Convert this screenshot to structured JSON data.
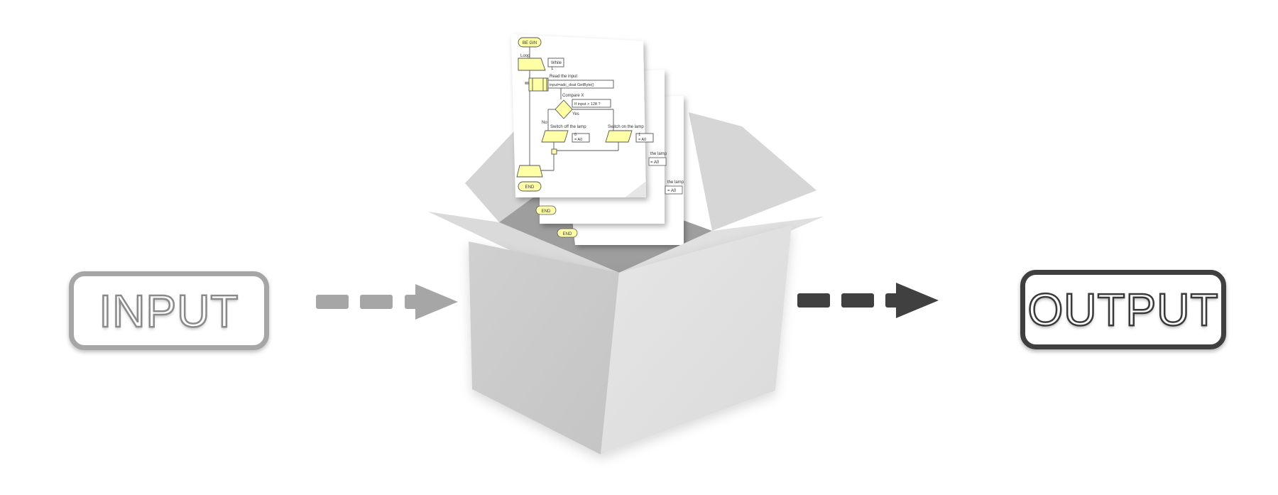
{
  "input_label": "INPUT",
  "output_label": "OUTPUT",
  "flowchart": {
    "begin": "BE GIN",
    "loop": "Loop",
    "while": "While",
    "while_value": "1",
    "read_input": "Read the input",
    "input_expr": "input=adc_dsat GetByte()",
    "compare": "Compare X",
    "condition": "If input > 128 ?",
    "yes": "Yes",
    "no": "No",
    "switch_off": "Switch off the lamp",
    "switch_on": "Switch on the lamp",
    "output_off_1": "0",
    "output_off_2": "= A0",
    "output_on_1": "1",
    "output_on_2": "= A0",
    "end": "END",
    "back_lamp": "the lamp",
    "back_out": "= A0"
  },
  "colors": {
    "input_gray": "#a6a6a6",
    "output_dark": "#3f3f3f",
    "flow_yellow": "#ffffa6",
    "box_gray": "#c8c8c8"
  }
}
